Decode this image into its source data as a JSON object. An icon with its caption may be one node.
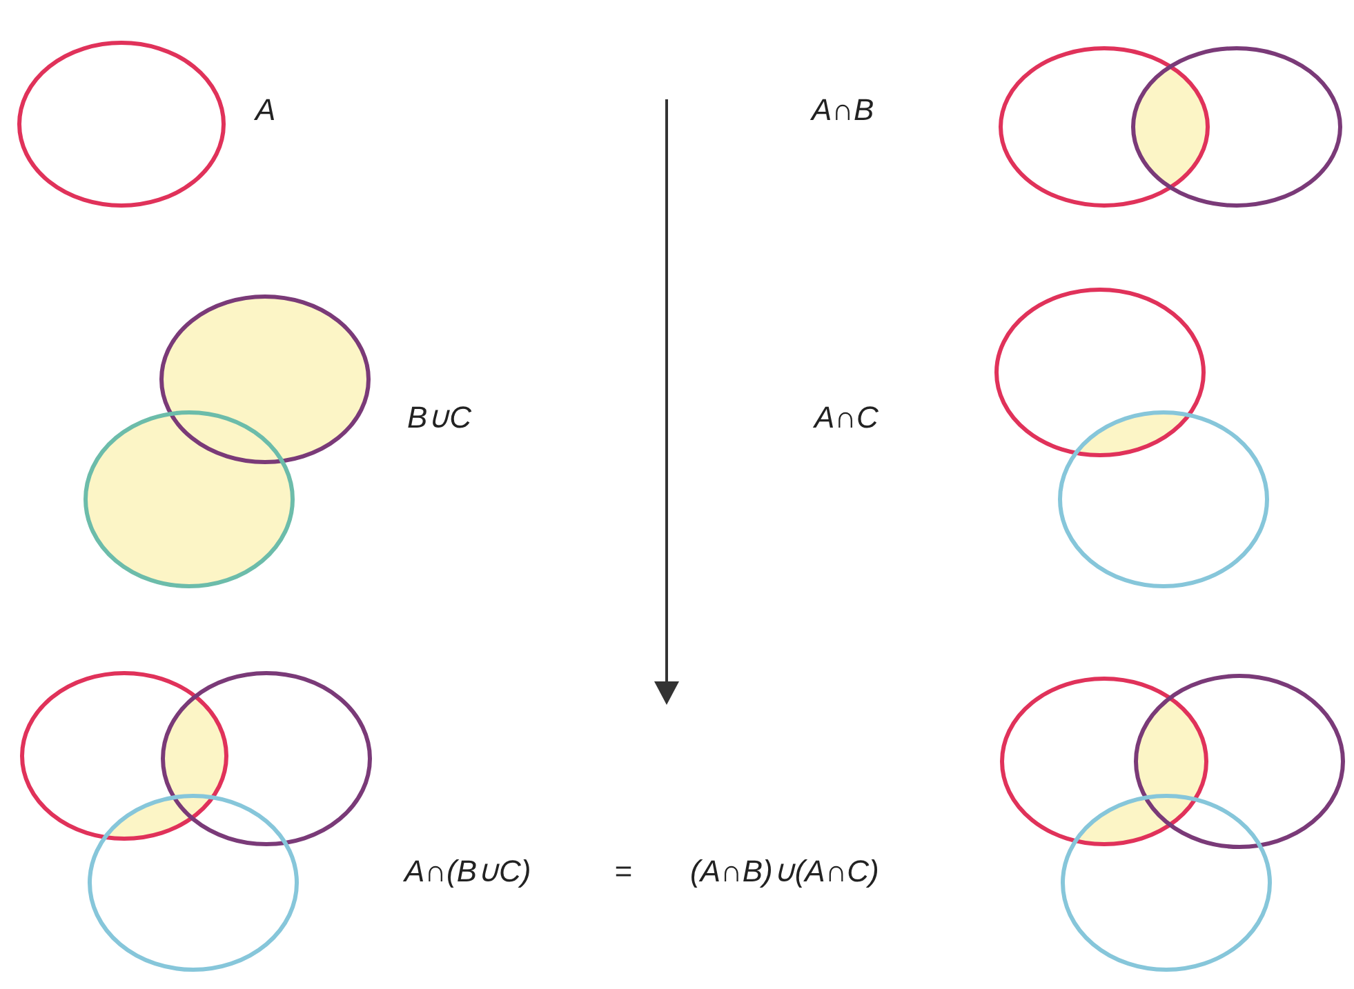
{
  "diagram": {
    "labels": [
      "A",
      "A∩B",
      "B∪C",
      "A∩C",
      "A∩(B∪C)",
      "=",
      "(A∩B)∪(A∩C)"
    ]
  }
}
